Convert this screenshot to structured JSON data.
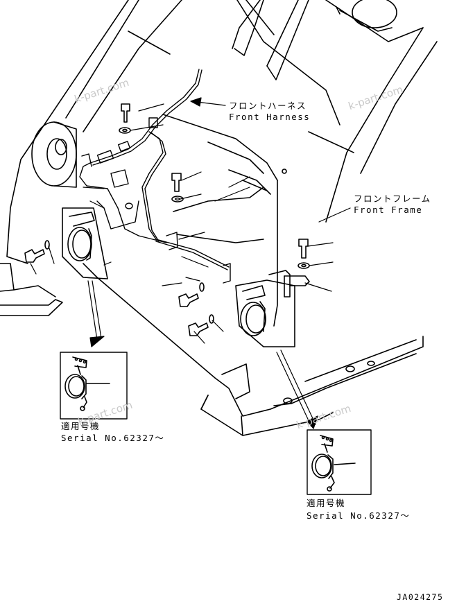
{
  "labels": {
    "front_harness_jp": "フロントハーネス",
    "front_harness_en": "Front Harness",
    "front_frame_jp": "フロントフレーム",
    "front_frame_en": "Front Frame",
    "detail_left_applicable": "適用号機",
    "detail_left_serial": "Serial No.62327～",
    "detail_right_applicable": "適用号機",
    "detail_right_serial": "Serial No.62327～",
    "drawing_number": "JA024275"
  },
  "watermarks": [
    "k-part.com",
    "k-part.com",
    "k-part.com",
    "k-part.com"
  ]
}
